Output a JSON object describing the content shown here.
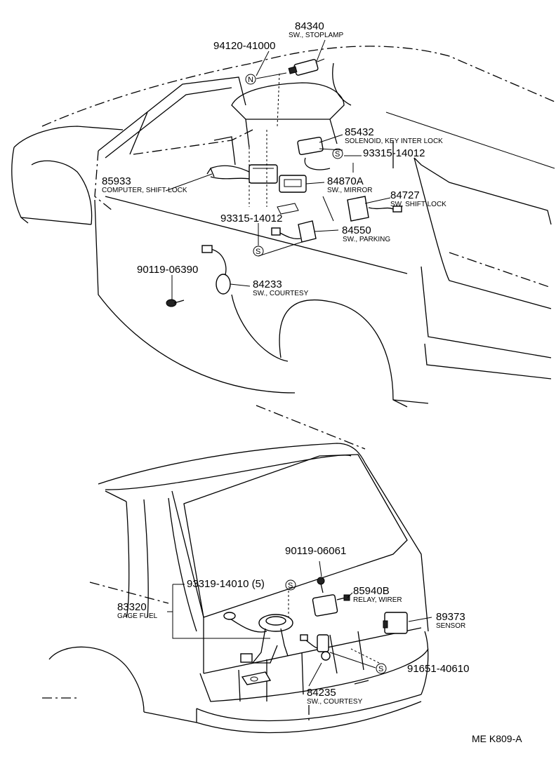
{
  "callouts": {
    "p84340": {
      "number": "84340",
      "desc": "SW., STOPLAMP"
    },
    "p94120": {
      "number": "94120-41000",
      "marker": "N"
    },
    "p85432": {
      "number": "85432",
      "desc": "SOLENOID, KEY INTER LOCK"
    },
    "p93315a": {
      "number": "93315-14012",
      "marker": "S"
    },
    "p85933": {
      "number": "85933",
      "desc": "COMPUTER, SHIFT LOCK"
    },
    "p84870": {
      "number": "84870A",
      "desc": "SW., MIRROR"
    },
    "p84727": {
      "number": "84727",
      "desc": "SW, SHIFT LOCK"
    },
    "p93315b": {
      "number": "93315-14012",
      "marker": "S"
    },
    "p84550": {
      "number": "84550",
      "desc": "SW., PARKING"
    },
    "p90119a": {
      "number": "90119-06390"
    },
    "p84233": {
      "number": "84233",
      "desc": "SW., COURTESY"
    },
    "p90119b": {
      "number": "90119-06061"
    },
    "p93319": {
      "number": "93319-14010 (5)",
      "marker": "S"
    },
    "p85940": {
      "number": "85940B",
      "desc": "RELAY, WIRER"
    },
    "p83320": {
      "number": "83320",
      "desc": "GAGE FUEL"
    },
    "p89373": {
      "number": "89373",
      "desc": "SENSOR"
    },
    "p91651": {
      "number": "91651-40610",
      "marker": "S"
    },
    "p84235": {
      "number": "84235",
      "desc": "SW., COURTESY"
    }
  },
  "figure_code": "ME K809-A"
}
